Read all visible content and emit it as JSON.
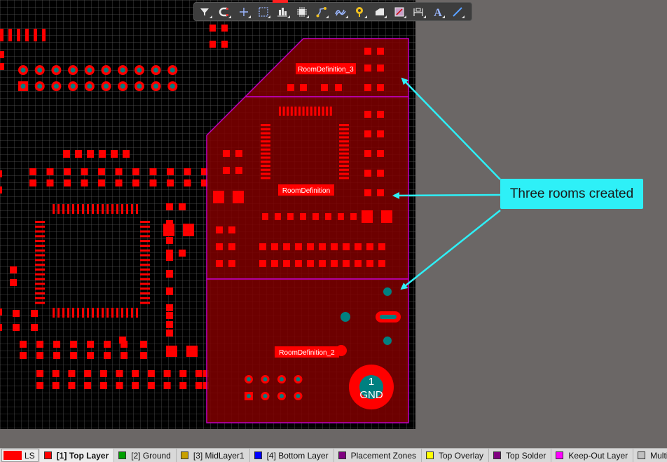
{
  "toolbar": {
    "tools": [
      {
        "name": "filter",
        "icon": "filter-icon",
        "color": "#e8e8e8"
      },
      {
        "name": "route",
        "icon": "magnet-route-icon",
        "color": "#e8e8e8"
      },
      {
        "name": "cross",
        "icon": "crosshair-icon",
        "color": "#9bb7ff"
      },
      {
        "name": "select",
        "icon": "select-rect-icon",
        "color": "#9bb7ff"
      },
      {
        "name": "align",
        "icon": "align-icon",
        "color": "#e8e8e8"
      },
      {
        "name": "component",
        "icon": "component-icon",
        "color": "#e8e8e8"
      },
      {
        "name": "interactive-route",
        "icon": "interactive-route-icon",
        "color": "#f0c020"
      },
      {
        "name": "diff-pair",
        "icon": "diff-pair-icon",
        "color": "#9bb7ff"
      },
      {
        "name": "via",
        "icon": "via-icon",
        "color": "#f0c020"
      },
      {
        "name": "polygon",
        "icon": "polygon-icon",
        "color": "#e8e8e8"
      },
      {
        "name": "room",
        "icon": "room-icon",
        "color": "#e8e8e8"
      },
      {
        "name": "dimension",
        "icon": "dimension-icon",
        "color": "#e8e8e8"
      },
      {
        "name": "text",
        "icon": "text-icon",
        "color": "#9bb7ff"
      },
      {
        "name": "line",
        "icon": "line-icon",
        "color": "#5aa0ff"
      }
    ]
  },
  "rooms": [
    {
      "name": "RoomDefinition_3"
    },
    {
      "name": "RoomDefinition"
    },
    {
      "name": "RoomDefinition_2"
    }
  ],
  "pad": {
    "number": "1",
    "net": "GND"
  },
  "callout": {
    "text": "Three rooms created"
  },
  "layer_bar": {
    "ls_label": "LS",
    "tabs": [
      {
        "label": "[1] Top Layer",
        "color": "#ff0000",
        "active": true
      },
      {
        "label": "[2] Ground",
        "color": "#00a000"
      },
      {
        "label": "[3] MidLayer1",
        "color": "#c8a000"
      },
      {
        "label": "[4] Bottom Layer",
        "color": "#0000ff"
      },
      {
        "label": "Placement Zones",
        "color": "#800080"
      },
      {
        "label": "Top Overlay",
        "color": "#ffff00"
      },
      {
        "label": "Top Solder",
        "color": "#800080"
      },
      {
        "label": "Keep-Out Layer",
        "color": "#ff00ff"
      },
      {
        "label": "Multi-Layer",
        "color": "#c0c0c0"
      }
    ]
  },
  "colors": {
    "pad": "#ff0000",
    "room_fill": "#800000",
    "room_edge": "#c000c0",
    "via": "#008080",
    "callout": "#2ef0f7"
  }
}
